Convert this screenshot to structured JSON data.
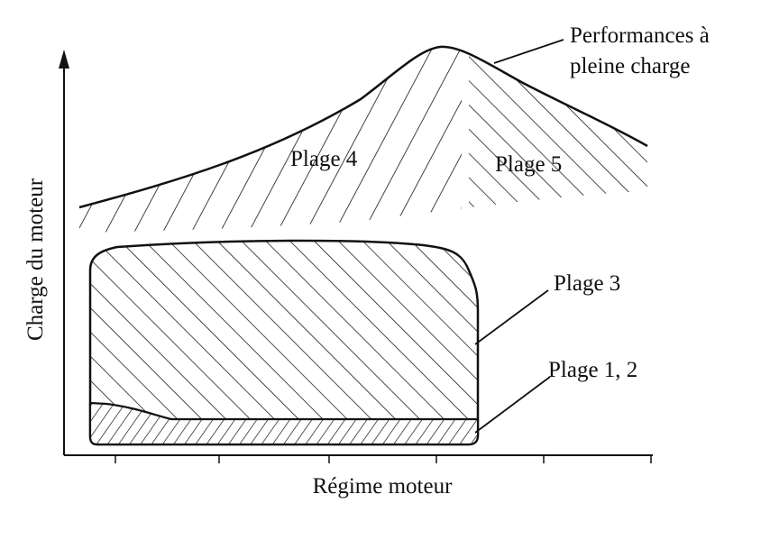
{
  "colors": {
    "ink": "#111111",
    "paper": "#ffffff"
  },
  "diagram": {
    "x_axis_label": "Régime moteur",
    "y_axis_label": "Charge du moteur",
    "full_load_label_line1": "Performances à",
    "full_load_label_line2": "pleine charge",
    "zones": [
      {
        "id": "plage-4",
        "label": "Plage 4"
      },
      {
        "id": "plage-5",
        "label": "Plage 5"
      },
      {
        "id": "plage-3",
        "label": "Plage 3"
      },
      {
        "id": "plage-1-2",
        "label": "Plage 1, 2"
      }
    ]
  }
}
